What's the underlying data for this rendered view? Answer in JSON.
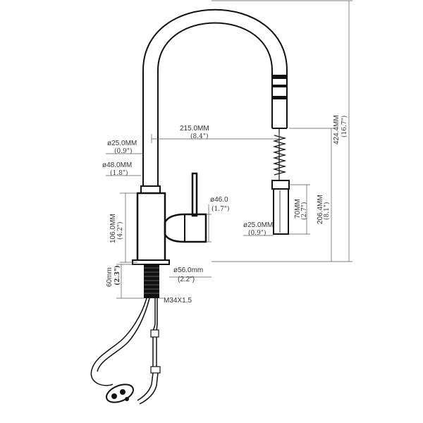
{
  "dimensions": {
    "reach": {
      "mm": "215.0MM",
      "inch": "(8.4\")"
    },
    "total_height": {
      "mm": "424.4MM",
      "inch": "(16.7\")"
    },
    "spout_height": {
      "mm": "206.4MM",
      "inch": "(8.1\")"
    },
    "spray_length": {
      "mm": "70MM",
      "inch": "(2.7\")"
    },
    "spout_diameter": {
      "mm": "ø25.0MM",
      "inch": "(0.9\")"
    },
    "neck_diameter": {
      "mm": "ø48.0MM",
      "inch": "(1.8\")"
    },
    "handle_diameter": {
      "mm": "ø46.0",
      "inch": "(1.7\")"
    },
    "spray_diameter": {
      "mm": "ø25.0MM",
      "inch": "(0.9\")"
    },
    "body_height": {
      "mm": "106.0MM",
      "inch": "(4.2\")"
    },
    "shank_height": {
      "mm": "60mm",
      "inch": "(2.3\")"
    },
    "base_diameter": {
      "mm": "ø56.0mm",
      "inch": "(2.2\")"
    },
    "thread": {
      "mm": "M34X1.5"
    }
  }
}
